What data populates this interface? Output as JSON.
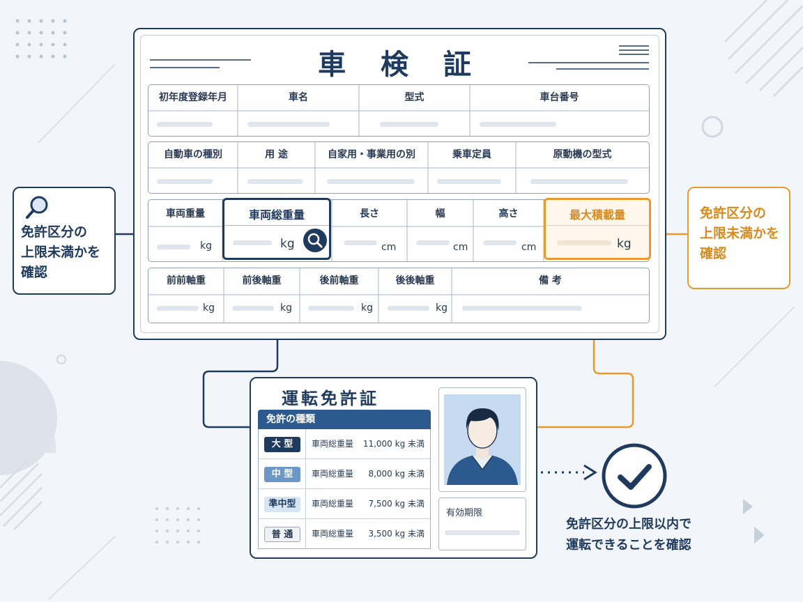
{
  "vehicle_certificate": {
    "title": "車 検 証",
    "row1": [
      "初年度登録年月",
      "車名",
      "型式",
      "車台番号"
    ],
    "row2": [
      "自動車の種別",
      "用 途",
      "自家用・事業用の別",
      "乗車定員",
      "原動機の型式"
    ],
    "row3": [
      {
        "label": "車両重量",
        "unit": "kg"
      },
      {
        "label": "車両総重量",
        "unit": "kg"
      },
      {
        "label": "長さ",
        "unit": "cm"
      },
      {
        "label": "幅",
        "unit": "cm"
      },
      {
        "label": "高さ",
        "unit": "cm"
      },
      {
        "label": "最大積載量",
        "unit": "kg"
      }
    ],
    "row4": [
      {
        "label": "前前軸重",
        "unit": "kg"
      },
      {
        "label": "前後軸重",
        "unit": "kg"
      },
      {
        "label": "後前軸重",
        "unit": "kg"
      },
      {
        "label": "後後軸重",
        "unit": "kg"
      },
      {
        "label": "備 考",
        "unit": ""
      }
    ]
  },
  "callouts": {
    "left": [
      "免許区分の",
      "上限未満かを",
      "確認"
    ],
    "right": [
      "免許区分の",
      "上限未満かを",
      "確認"
    ]
  },
  "license": {
    "title": "運転免許証",
    "kind_header": "免許の種類",
    "kinds": [
      {
        "badge": "大 型",
        "desc": "車両総重量",
        "limit": "11,000 kg 未満"
      },
      {
        "badge": "中 型",
        "desc": "車両総重量",
        "limit": "8,000 kg 未満"
      },
      {
        "badge": "準中型",
        "desc": "車両総重量",
        "limit": "7,500 kg 未満"
      },
      {
        "badge": "普 通",
        "desc": "車両総重量",
        "limit": "3,500 kg 未満"
      }
    ],
    "validity_label": "有効期限"
  },
  "result": [
    "免許区分の上限以内で",
    "運転できることを確認"
  ],
  "colors": {
    "navy": "#1f3a5f",
    "blue": "#2c5a8e",
    "orange": "#e89a2c",
    "orange_text": "#d98a1c"
  }
}
